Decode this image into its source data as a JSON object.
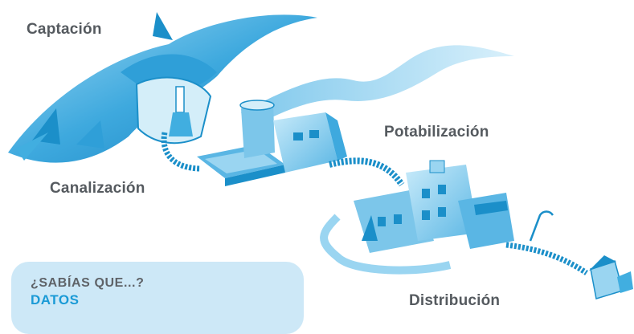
{
  "stages": {
    "captacion": "Captación",
    "canalizacion": "Canalización",
    "potabilizacion": "Potabilización",
    "distribucion": "Distribución"
  },
  "info_box": {
    "title": "¿SABÍAS QUE...?",
    "subtitle": "DATOS"
  },
  "colors": {
    "dark_blue": "#1b8fc9",
    "mid_blue": "#41aee0",
    "light_blue": "#9ad5f1",
    "pale_blue": "#d4eef9",
    "label_gray": "#555a5f",
    "accent_blue": "#1a9ad6"
  }
}
